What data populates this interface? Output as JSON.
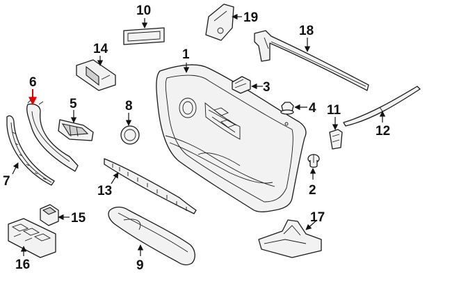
{
  "diagram": {
    "callouts": {
      "c1": "1",
      "c2": "2",
      "c3": "3",
      "c4": "4",
      "c5": "5",
      "c6": "6",
      "c7": "7",
      "c8": "8",
      "c9": "9",
      "c10": "10",
      "c11": "11",
      "c12": "12",
      "c13": "13",
      "c14": "14",
      "c15": "15",
      "c16": "16",
      "c17": "17",
      "c18": "18",
      "c19": "19"
    },
    "colors": {
      "line": "#1a1a1a",
      "part_fill": "#f2f2f2",
      "highlight_arrow": "#e00000"
    },
    "highlighted_callout": "6"
  }
}
